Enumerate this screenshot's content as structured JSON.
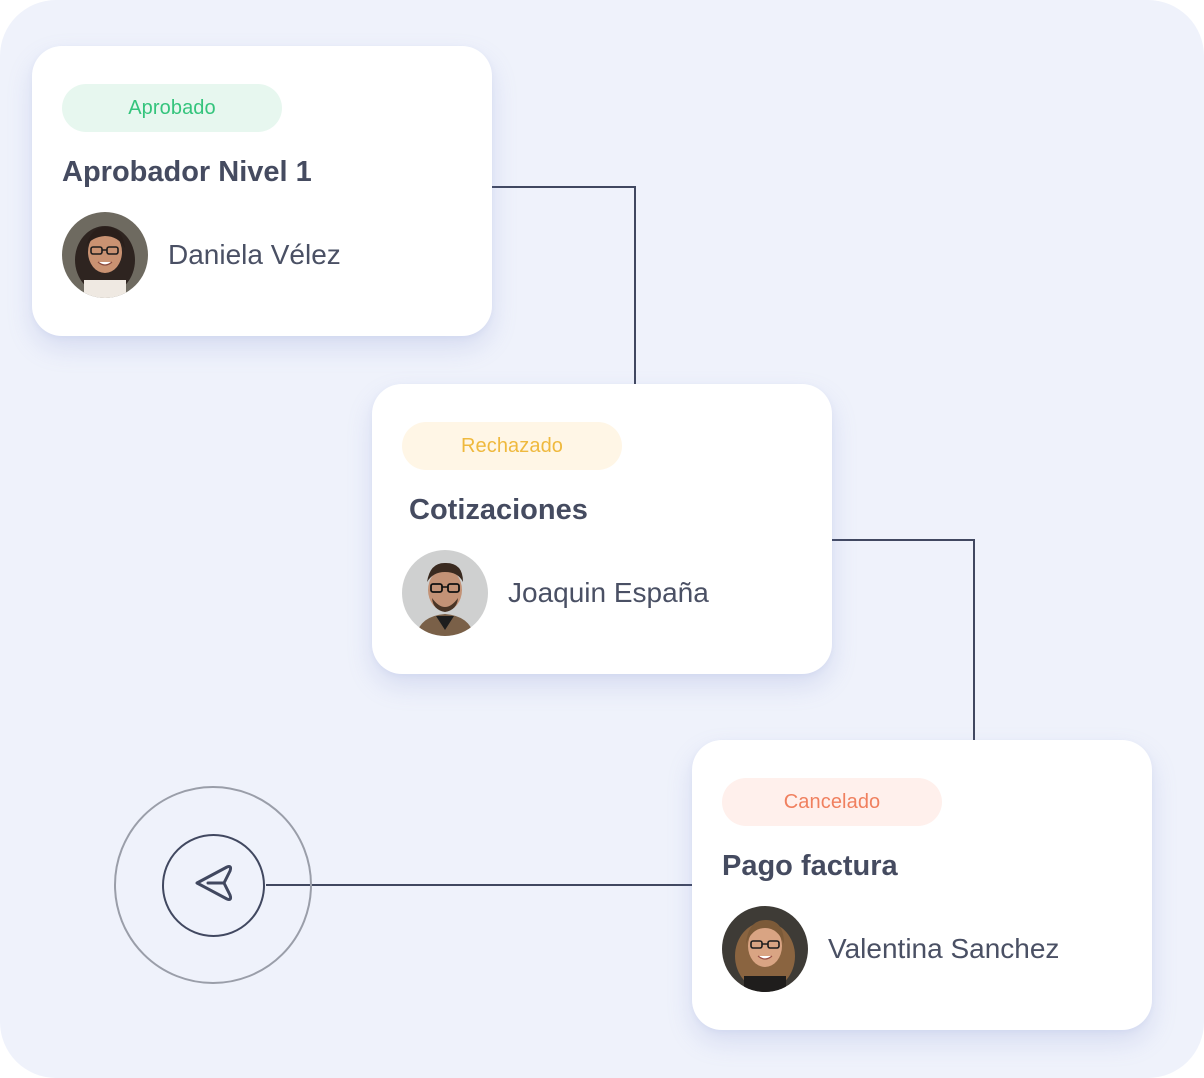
{
  "cards": [
    {
      "status": "Aprobado",
      "status_color": "#34c47c",
      "status_bg": "#e7f7ef",
      "title": "Aprobador Nivel 1",
      "person": "Daniela Vélez"
    },
    {
      "status": "Rechazado",
      "status_color": "#efb93e",
      "status_bg": "#fff6e6",
      "title": "Cotizaciones",
      "person": "Joaquin España"
    },
    {
      "status": "Cancelado",
      "status_color": "#f0805f",
      "status_bg": "#fff0ec",
      "title": "Pago factura",
      "person": "Valentina Sanchez"
    }
  ],
  "start_node": {
    "icon": "send-icon"
  },
  "colors": {
    "background": "#eff2fb",
    "connector": "#414860",
    "title_text": "#454b60"
  }
}
